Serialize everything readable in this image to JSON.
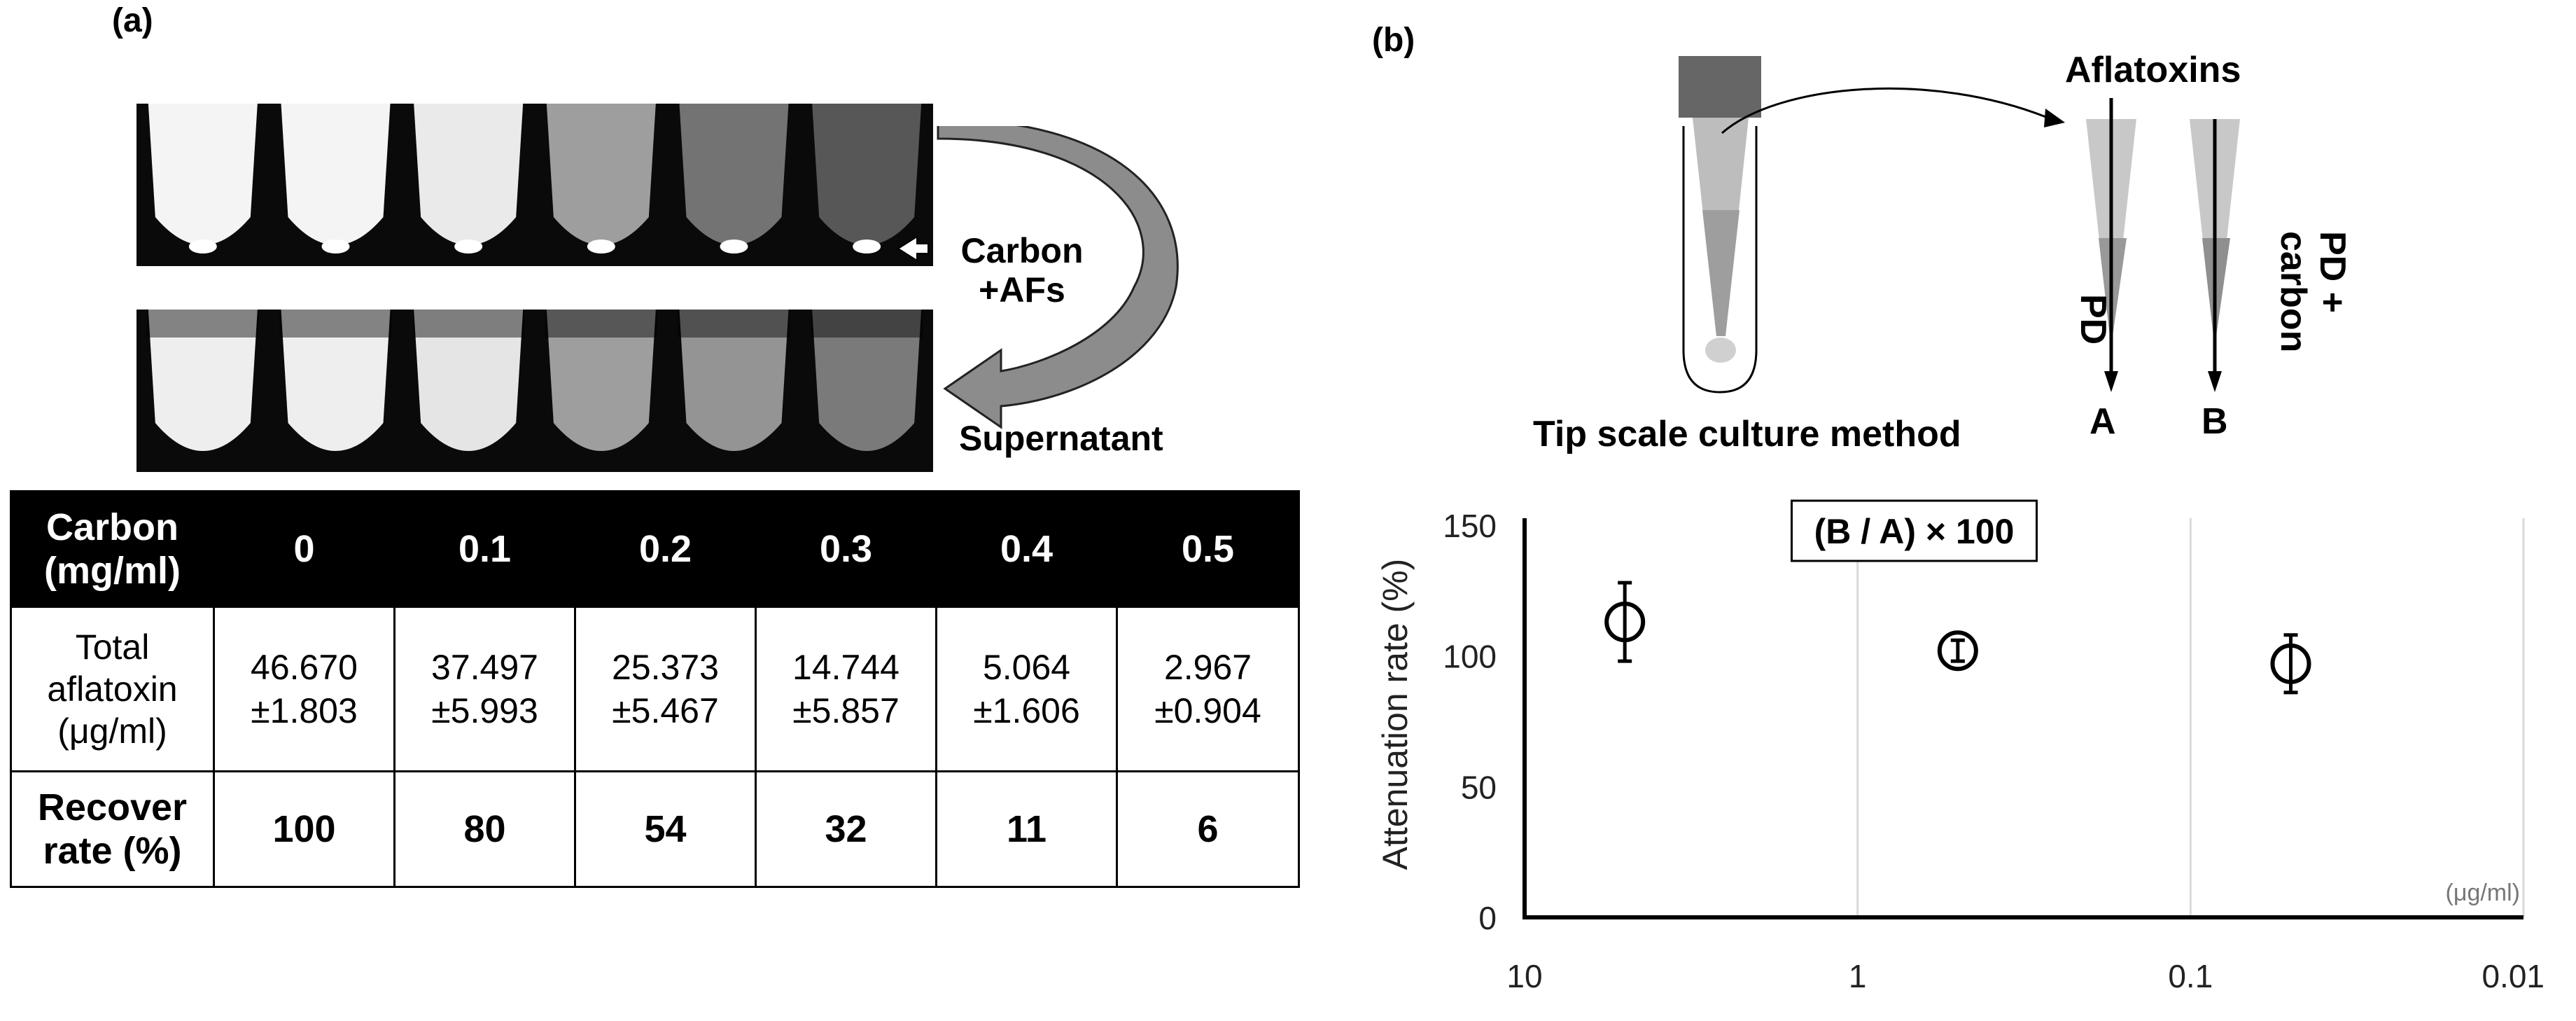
{
  "panel_a": {
    "label": "(a)",
    "photo_captions": {
      "carbon_afs": [
        "Carbon",
        "+AFs"
      ],
      "supernatant": "Supernatant"
    },
    "table": {
      "header": [
        "Carbon (mg/ml)",
        "0",
        "0.1",
        "0.2",
        "0.3",
        "0.4",
        "0.5"
      ],
      "header_first_lines": [
        "Carbon",
        "(mg/ml)"
      ],
      "total_label_lines": [
        "Total",
        "aflatoxin",
        "(μg/ml)"
      ],
      "total_values": [
        [
          "46.670",
          "±1.803"
        ],
        [
          "37.497",
          "±5.993"
        ],
        [
          "25.373",
          "±5.467"
        ],
        [
          "14.744",
          "±5.857"
        ],
        [
          "5.064",
          "±1.606"
        ],
        [
          "2.967",
          "±0.904"
        ]
      ],
      "recover_label_lines": [
        "Recover",
        "rate (%)"
      ],
      "recover_values": [
        "100",
        "80",
        "54",
        "32",
        "11",
        "6"
      ]
    },
    "tube_brightness_top": [
      0.95,
      0.95,
      0.9,
      0.55,
      0.35,
      0.22
    ],
    "tube_brightness_bottom": [
      0.92,
      0.92,
      0.88,
      0.55,
      0.5,
      0.38
    ]
  },
  "panel_b": {
    "label": "(b)",
    "diagram": {
      "aflatoxins_label": "Aflatoxins",
      "method_label": "Tip scale culture method",
      "pd_label": "PD",
      "pd_carbon_label": [
        "PD +",
        "carbon"
      ],
      "a_label": "A",
      "b_label": "B"
    }
  },
  "chart_data": {
    "type": "scatter",
    "annotation": "(B / A) × 100",
    "ylabel": "Attenuation rate (%)",
    "x_unit_label": "(μg/ml)",
    "x_scale": "log",
    "x_reversed": true,
    "xlim": [
      10,
      0.01
    ],
    "ylim": [
      0,
      150
    ],
    "x_ticks": [
      "10",
      "1",
      "0.1",
      "0.01"
    ],
    "y_ticks": [
      "0",
      "50",
      "100",
      "150"
    ],
    "grid": "vertical",
    "points": [
      {
        "x": 5,
        "y": 113,
        "err": 15
      },
      {
        "x": 0.5,
        "y": 102,
        "err": 4
      },
      {
        "x": 0.05,
        "y": 97,
        "err": 11
      }
    ],
    "colors": {
      "marker": "#000000",
      "grid": "#d9d9d9"
    }
  }
}
